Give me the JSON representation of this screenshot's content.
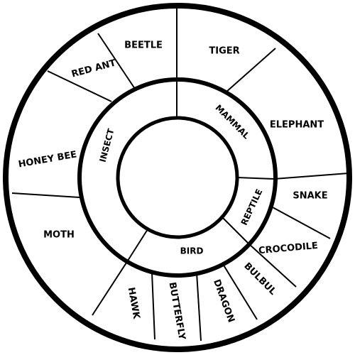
{
  "diagram": {
    "inner_categories": [
      {
        "id": "mammal",
        "label": "MAMMAL"
      },
      {
        "id": "reptile",
        "label": "REPTILE"
      },
      {
        "id": "bird",
        "label": "BIRD"
      },
      {
        "id": "insect",
        "label": "INSECT"
      }
    ],
    "outer_items": [
      {
        "id": "tiger",
        "label": "TIGER"
      },
      {
        "id": "elephant",
        "label": "ELEPHANT"
      },
      {
        "id": "snake",
        "label": "SNAKE"
      },
      {
        "id": "crocodile",
        "label": "CROCODILE"
      },
      {
        "id": "bulbul",
        "label": "BULBUL"
      },
      {
        "id": "dragon",
        "label": "DRAGON"
      },
      {
        "id": "butterfly",
        "label": "BUTTERFLY"
      },
      {
        "id": "hawk",
        "label": "HAWK"
      },
      {
        "id": "moth",
        "label": "MOTH"
      },
      {
        "id": "honey-bee",
        "label": "HONEY BEE"
      },
      {
        "id": "red-ant",
        "label": "RED ANT"
      },
      {
        "id": "beetle",
        "label": "BEETLE"
      }
    ],
    "colors": {
      "stroke": "#000000",
      "background": "#ffffff"
    }
  }
}
